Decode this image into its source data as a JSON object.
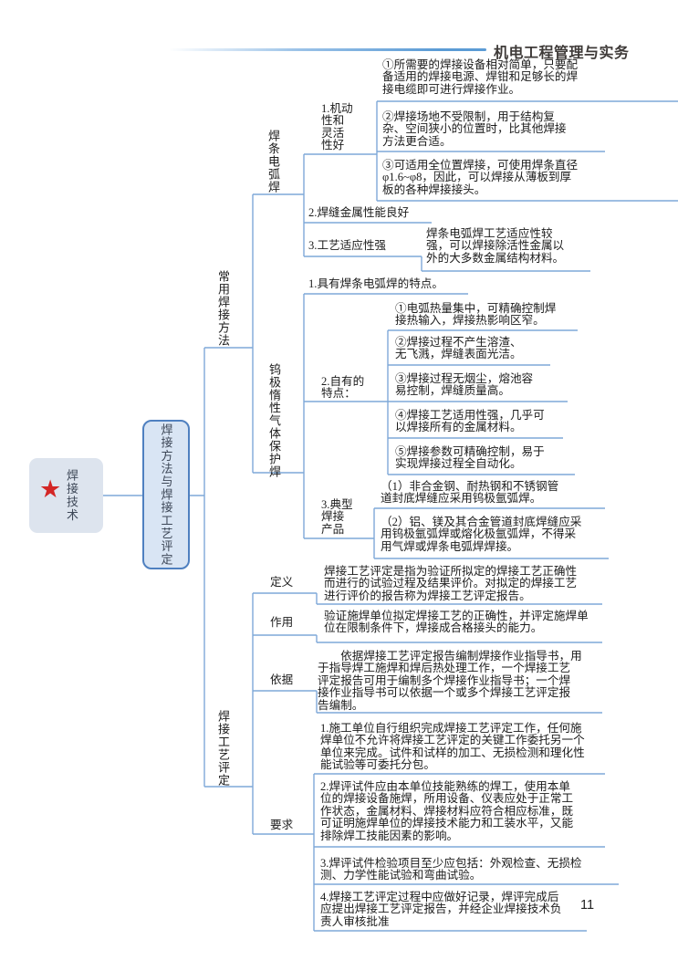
{
  "page": {
    "header_title": "机电工程管理与实务",
    "page_number": "11"
  },
  "root": {
    "label": "焊接技术",
    "icon": "red-star",
    "star_color": "#d32626"
  },
  "topic": {
    "label": "焊接方法与焊接工艺评定"
  },
  "methods": {
    "label": "常用焊接方法",
    "smaw": {
      "label": "焊条电弧焊",
      "f1": {
        "label": "1.机动\n性和\n灵活\n性好",
        "p1": "①所需要的焊接设备相对简单，只要配\n备适用的焊接电源、焊钳和足够长的焊\n接电缆即可进行焊接作业。",
        "p2": "②焊接场地不受限制，用于结构复\n杂、空间狭小的位置时，比其他焊接\n方法更合适。",
        "p3": "③可适用全位置焊接，可使用焊条直径\nφ1.6~φ8，因此，可以焊接从薄板到厚\n板的各种焊接接头。"
      },
      "f2": {
        "label": "2.焊缝金属性能良好"
      },
      "f3": {
        "label": "3.工艺适应性强",
        "note": "焊条电弧焊工艺适应性较\n强，可以焊接除活性金属以\n外的大多数金属结构材料。"
      }
    },
    "tig": {
      "label": "钨极惰性气体保护焊",
      "f1": {
        "label": "1.具有焊条电弧焊的特点。"
      },
      "f2": {
        "label": "2.自有的\n特点：",
        "p1": "①电弧热量集中，可精确控制焊\n接热输入，焊接热影响区窄。",
        "p2": "②焊接过程不产生溶渣、\n无飞溅，焊缝表面光洁。",
        "p3": "③焊接过程无烟尘，熔池容\n易控制，焊缝质量高。",
        "p4": "④焊接工艺适用性强，几乎可\n以焊接所有的金属材料。",
        "p5": "⑤焊接参数可精确控制，易于\n实现焊接过程全自动化。"
      },
      "f3": {
        "label": "3.典型\n焊接\n产品",
        "p1": "（1）非合金钢、耐热钢和不锈钢管\n道封底焊缝应采用钨极氩弧焊。",
        "p2": "（2）铝、镁及其合金管道封底焊缝应采\n用钨极氩弧焊或熔化极氩弧焊，不得采\n用气焊或焊条电弧焊焊接。"
      }
    }
  },
  "wpq": {
    "label": "焊接工艺评定",
    "definition": {
      "label": "定义",
      "text": "焊接工艺评定是指为验证所拟定的焊接工艺正确性\n而进行的试验过程及结果评价。对拟定的焊接工艺\n进行评价的报告称为焊接工艺评定报告。"
    },
    "function": {
      "label": "作用",
      "text": "验证施焊单位拟定焊接工艺的正确性，并评定施焊单\n位在限制条件下，焊接成合格接头的能力。"
    },
    "basis": {
      "label": "依据",
      "text": "　　依据焊接工艺评定报告编制焊接作业指导书，用\n于指导焊工施焊和焊后热处理工作，一个焊接工艺\n评定报告可用于编制多个焊接作业指导书；一个焊\n接作业指导书可以依据一个或多个焊接工艺评定报\n告编制。"
    },
    "requirements": {
      "label": "要求",
      "r1": "1.施工单位自行组织完成焊接工艺评定工作，任何施\n焊单位不允许将焊接工艺评定的关键工作委托另一个\n单位来完成。试件和试样的加工、无损检测和理化性\n能试验等可委托分包。",
      "r2": "2.焊评试件应由本单位技能熟练的焊工，使用本单\n位的焊接设备施焊，所用设备、仪表应处于正常工\n作状态，金属材料、焊接材料应符合相应标准，既\n可证明施焊单位的焊接技术能力和工装水平，又能\n排除焊工技能因素的影响。",
      "r3": "3.焊评试件检验项目至少应包括：外观检查、无损检\n测、力学性能试验和弯曲试验。",
      "r4": "4.焊接工艺评定过程中应做好记录，焊评完成后\n应提出焊接工艺评定报告，并经企业焊接技术负\n责人审核批准"
    }
  },
  "colors": {
    "line": "#7fa9d8",
    "accent_blue": "#4f80c0",
    "root_fill": "#dde4ee",
    "topic_fill": "#d9e5f4"
  }
}
